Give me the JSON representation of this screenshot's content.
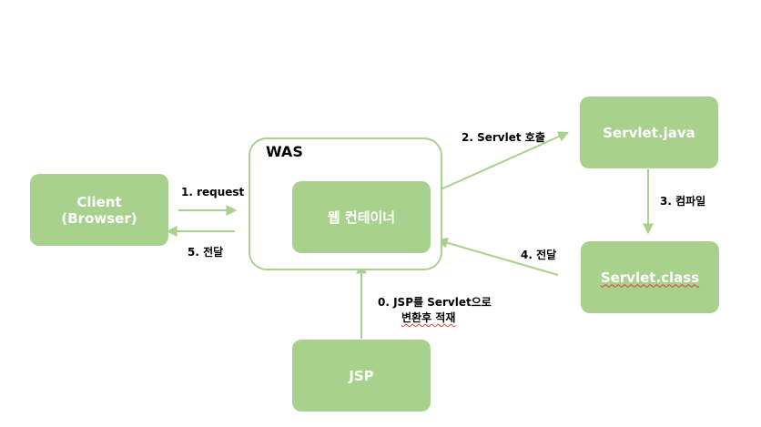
{
  "colors": {
    "box_fill": "#a9d18e",
    "arrow": "#a9d18e",
    "box_text": "#ffffff",
    "label_text": "#000000"
  },
  "nodes": {
    "client_line1": "Client",
    "client_line2": "(Browser)",
    "was": "WAS",
    "web_container": "웹 컨테이너",
    "servlet_java": "Servlet.java",
    "servlet_class": "Servlet.class",
    "jsp": "JSP"
  },
  "edges": {
    "request": "1. request",
    "forward_back": "5. 전달",
    "servlet_call": "2. Servlet 호출",
    "compile": "3. 컴파일",
    "forward": "4. 전달",
    "jsp_convert_line1": "0. JSP를 Servlet으로",
    "jsp_convert_line2": "변환후 적재"
  }
}
